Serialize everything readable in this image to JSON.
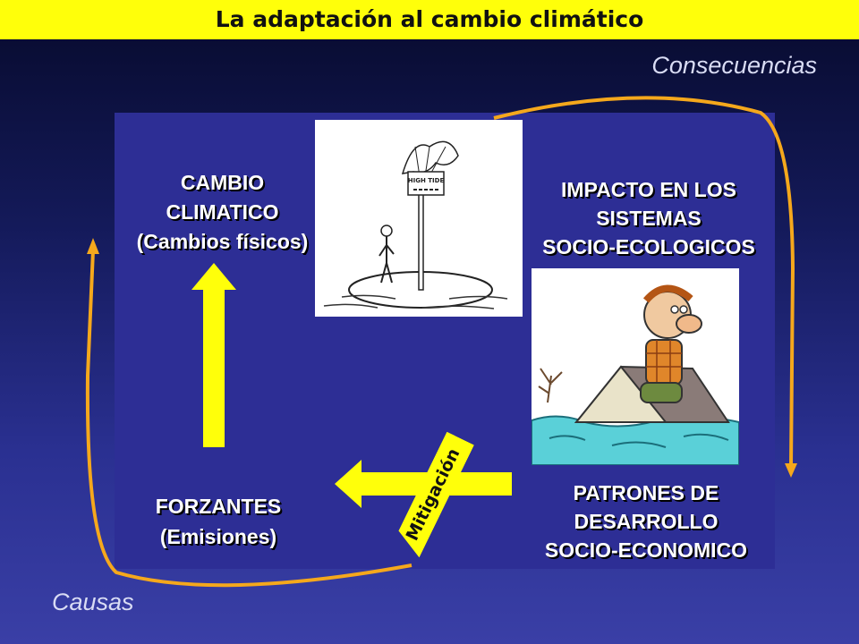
{
  "title": "La adaptación al cambio climático",
  "labels": {
    "consecuencias": "Consecuencias",
    "causas": "Causas"
  },
  "boxes": {
    "cambio": [
      "CAMBIO",
      "CLIMATICO",
      "(Cambios físicos)"
    ],
    "impacto": [
      "IMPACTO EN LOS",
      "SISTEMAS",
      "SOCIO-ECOLOGICOS"
    ],
    "forzantes": [
      "FORZANTES",
      "(Emisiones)"
    ],
    "patrones": [
      "PATRONES DE",
      "DESARROLLO",
      "SOCIO-ECONOMICO"
    ]
  },
  "mitigacion": "Mitigación",
  "cartoon_sign": "HIGH TIDE",
  "colors": {
    "title_bar": "#ffff0a",
    "panel": "#2d2e95",
    "arrow_yellow": "#ffff0a",
    "curve_orange": "#f5a81c"
  },
  "icons": [
    "island-cartoon-image",
    "flooded-house-cartoon-image"
  ]
}
